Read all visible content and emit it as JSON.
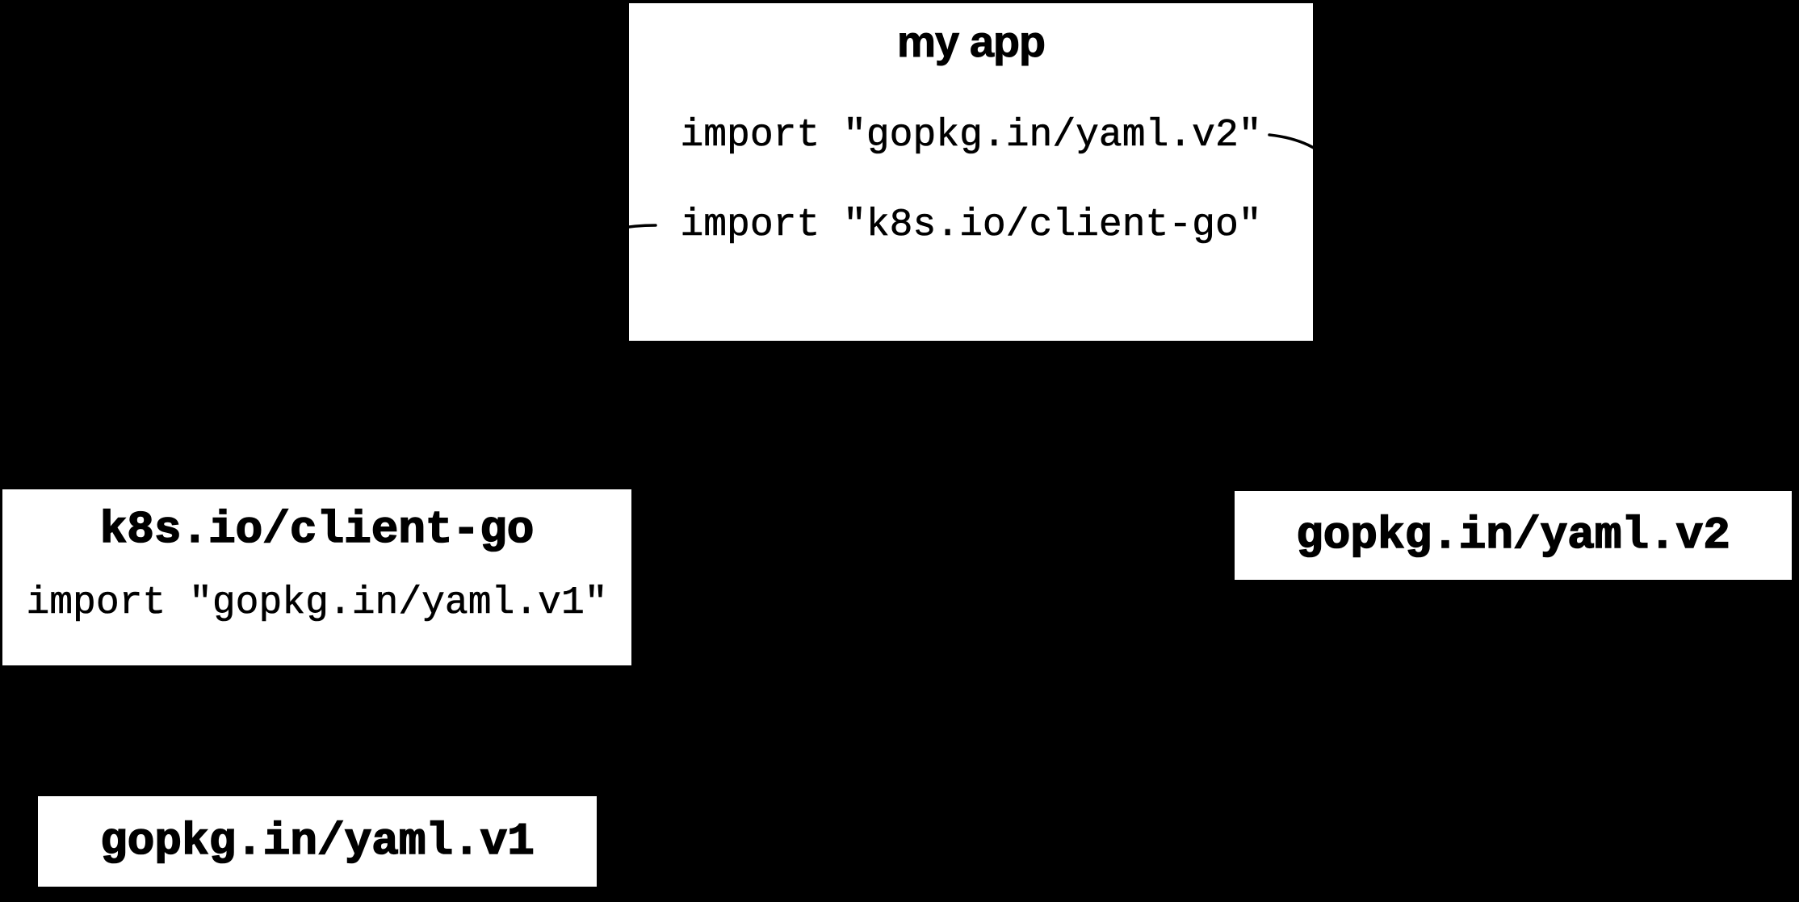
{
  "diagram": {
    "background_color": "#000000",
    "node_fill_color": "#ffffff",
    "text_color": "#000000",
    "connector_color": "#000000",
    "nodes": {
      "my_app": {
        "title": "my app",
        "imports": [
          "import \"gopkg.in/yaml.v2\"",
          "import \"k8s.io/client-go\""
        ]
      },
      "client_go": {
        "title": "k8s.io/client-go",
        "imports": [
          "import \"gopkg.in/yaml.v1\""
        ]
      },
      "yaml_v2": {
        "title": "gopkg.in/yaml.v2"
      },
      "yaml_v1": {
        "title": "gopkg.in/yaml.v1"
      }
    },
    "edges": [
      {
        "from": "my app",
        "via": "import \"gopkg.in/yaml.v2\"",
        "to": "gopkg.in/yaml.v2"
      },
      {
        "from": "my app",
        "via": "import \"k8s.io/client-go\"",
        "to": "k8s.io/client-go"
      },
      {
        "from": "k8s.io/client-go",
        "via": "import \"gopkg.in/yaml.v1\"",
        "to": "gopkg.in/yaml.v1"
      }
    ]
  }
}
